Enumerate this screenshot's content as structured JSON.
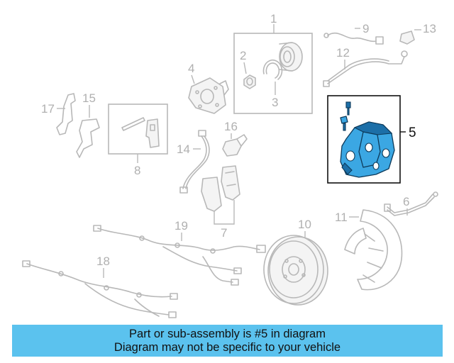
{
  "callouts": {
    "c1": "1",
    "c2": "2",
    "c3": "3",
    "c4": "4",
    "c5": "5",
    "c6": "6",
    "c7": "7",
    "c8": "8",
    "c9": "9",
    "c10": "10",
    "c11": "11",
    "c12": "12",
    "c13": "13",
    "c14": "14",
    "c15": "15",
    "c16": "16",
    "c17": "17",
    "c18": "18",
    "c19": "19"
  },
  "highlight": {
    "part_number": "5",
    "color": "#3ba7e3"
  },
  "banner": {
    "line1": "Part or sub-assembly is #5 in diagram",
    "line2": "Diagram may not be specific to your vehicle",
    "background": "#5bc2ee"
  }
}
